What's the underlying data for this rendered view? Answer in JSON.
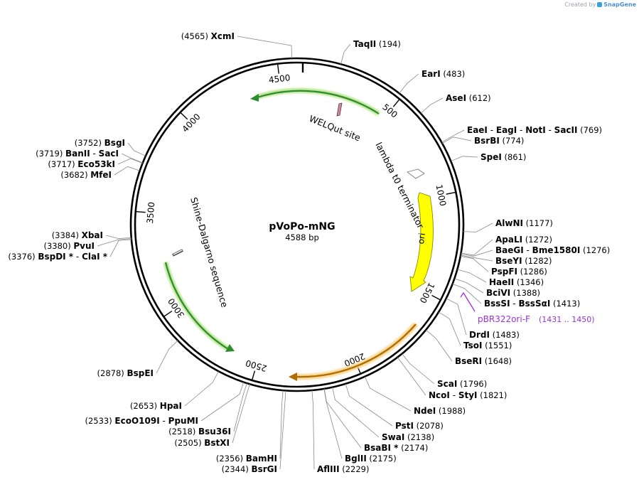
{
  "branding": {
    "prefix": "Created by",
    "name": "SnapGene"
  },
  "map": {
    "name": "pVoPo-mNG",
    "length_label": "4588 bp",
    "total_bp": 4588,
    "tick_labels": [
      "500",
      "1000",
      "1500",
      "2000",
      "2500",
      "3000",
      "3500",
      "4000",
      "4500"
    ]
  },
  "features": [
    {
      "id": "welqut",
      "label": "WELQut site",
      "color": "#c98c99"
    },
    {
      "id": "lambda",
      "label": "lambda t0 terminator",
      "color": "#bbbbbb"
    },
    {
      "id": "ori",
      "label": "ori",
      "color": "#ffff00"
    },
    {
      "id": "shine",
      "label": "Shine-Dalgarno sequence",
      "color": "#999999"
    },
    {
      "id": "green_top",
      "label": "",
      "color": "#2e8b2e"
    },
    {
      "id": "green_left",
      "label": "",
      "color": "#2e8b2e"
    },
    {
      "id": "orange_bottom",
      "label": "",
      "color": "#c07800"
    }
  ],
  "primer": {
    "label": "pBR322ori-F",
    "range": "(1431 .. 1450)",
    "color": "#9b30d9"
  },
  "sites": [
    {
      "parts": [
        "XcmI"
      ],
      "pos": "(4565)",
      "bp": 4565
    },
    {
      "parts": [
        "TaqII"
      ],
      "pos": "(194)",
      "bp": 194
    },
    {
      "parts": [
        "EarI"
      ],
      "pos": "(483)",
      "bp": 483
    },
    {
      "parts": [
        "AseI"
      ],
      "pos": "(612)",
      "bp": 612
    },
    {
      "parts": [
        "EaeI",
        "EagI",
        "NotI",
        "SacII"
      ],
      "pos": "(769)",
      "bp": 769
    },
    {
      "parts": [
        "BsrBI"
      ],
      "pos": "(774)",
      "bp": 774
    },
    {
      "parts": [
        "SpeI"
      ],
      "pos": "(861)",
      "bp": 861
    },
    {
      "parts": [
        "AlwNI"
      ],
      "pos": "(1177)",
      "bp": 1177
    },
    {
      "parts": [
        "ApaLI"
      ],
      "pos": "(1272)",
      "bp": 1272
    },
    {
      "parts": [
        "BaeGI",
        "Bme1580I"
      ],
      "pos": "(1276)",
      "bp": 1276
    },
    {
      "parts": [
        "BseYI"
      ],
      "pos": "(1282)",
      "bp": 1282
    },
    {
      "parts": [
        "PspFI"
      ],
      "pos": "(1286)",
      "bp": 1286
    },
    {
      "parts": [
        "HaeII"
      ],
      "pos": "(1346)",
      "bp": 1346
    },
    {
      "parts": [
        "BciVI"
      ],
      "pos": "(1388)",
      "bp": 1388
    },
    {
      "parts": [
        "BssSI",
        "BssSαI"
      ],
      "pos": "(1413)",
      "bp": 1413
    },
    {
      "parts": [
        "DrdI"
      ],
      "pos": "(1483)",
      "bp": 1483
    },
    {
      "parts": [
        "TsoI"
      ],
      "pos": "(1551)",
      "bp": 1551
    },
    {
      "parts": [
        "BseRI"
      ],
      "pos": "(1648)",
      "bp": 1648
    },
    {
      "parts": [
        "ScaI"
      ],
      "pos": "(1796)",
      "bp": 1796
    },
    {
      "parts": [
        "NcoI",
        "StyI"
      ],
      "pos": "(1821)",
      "bp": 1821
    },
    {
      "parts": [
        "NdeI"
      ],
      "pos": "(1988)",
      "bp": 1988
    },
    {
      "parts": [
        "PstI"
      ],
      "pos": "(2078)",
      "bp": 2078
    },
    {
      "parts": [
        "SwaI"
      ],
      "pos": "(2138)",
      "bp": 2138
    },
    {
      "parts": [
        "BsaBI *"
      ],
      "pos": "(2174)",
      "bp": 2174
    },
    {
      "parts": [
        "BglII"
      ],
      "pos": "(2175)",
      "bp": 2175
    },
    {
      "parts": [
        "AflIII"
      ],
      "pos": "(2229)",
      "bp": 2229
    },
    {
      "parts": [
        "BsrGI"
      ],
      "pos": "(2344)",
      "bp": 2344
    },
    {
      "parts": [
        "BamHI"
      ],
      "pos": "(2356)",
      "bp": 2356
    },
    {
      "parts": [
        "BstXI"
      ],
      "pos": "(2505)",
      "bp": 2505
    },
    {
      "parts": [
        "Bsu36I"
      ],
      "pos": "(2518)",
      "bp": 2518
    },
    {
      "parts": [
        "EcoO109I",
        "PpuMI"
      ],
      "pos": "(2533)",
      "bp": 2533
    },
    {
      "parts": [
        "HpaI"
      ],
      "pos": "(2653)",
      "bp": 2653
    },
    {
      "parts": [
        "BspEI"
      ],
      "pos": "(2878)",
      "bp": 2878
    },
    {
      "parts": [
        "BspDI *",
        "ClaI *"
      ],
      "pos": "(3376)",
      "bp": 3376
    },
    {
      "parts": [
        "PvuI"
      ],
      "pos": "(3380)",
      "bp": 3380
    },
    {
      "parts": [
        "XbaI"
      ],
      "pos": "(3384)",
      "bp": 3384
    },
    {
      "parts": [
        "MfeI"
      ],
      "pos": "(3682)",
      "bp": 3682
    },
    {
      "parts": [
        "Eco53kI"
      ],
      "pos": "(3717)",
      "bp": 3717
    },
    {
      "parts": [
        "BanII",
        "SacI"
      ],
      "pos": "(3719)",
      "bp": 3719
    },
    {
      "parts": [
        "BsgI"
      ],
      "pos": "(3752)",
      "bp": 3752
    }
  ]
}
